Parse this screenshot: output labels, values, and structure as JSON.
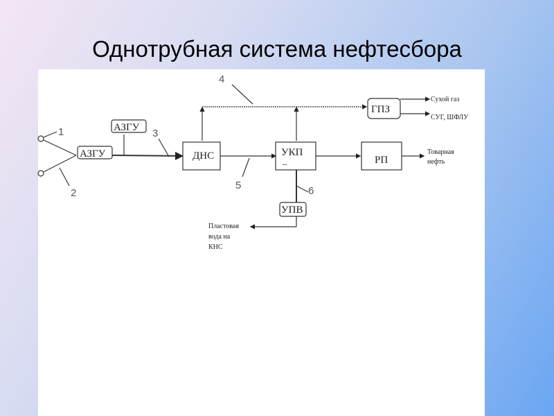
{
  "title": "Однотрубная система нефтесбора",
  "diagram": {
    "nodes": {
      "azgu1": "АЗГУ",
      "azgu2": "АЗГУ",
      "dns": "ДНС",
      "ukp": "УКП",
      "ukp_sub": "--",
      "rp": "РП",
      "gpz": "ГПЗ",
      "upv": "УПВ"
    },
    "outputs": {
      "dry_gas": "Сухой газ",
      "sug": "СУГ, ШФЛУ",
      "oil_line1": "Товарная",
      "oil_line2": "нефть",
      "water_line1": "Пластовая",
      "water_line2": "вода на",
      "water_line3": "КНС"
    },
    "numbers": [
      "1",
      "2",
      "3",
      "4",
      "5",
      "6"
    ]
  }
}
